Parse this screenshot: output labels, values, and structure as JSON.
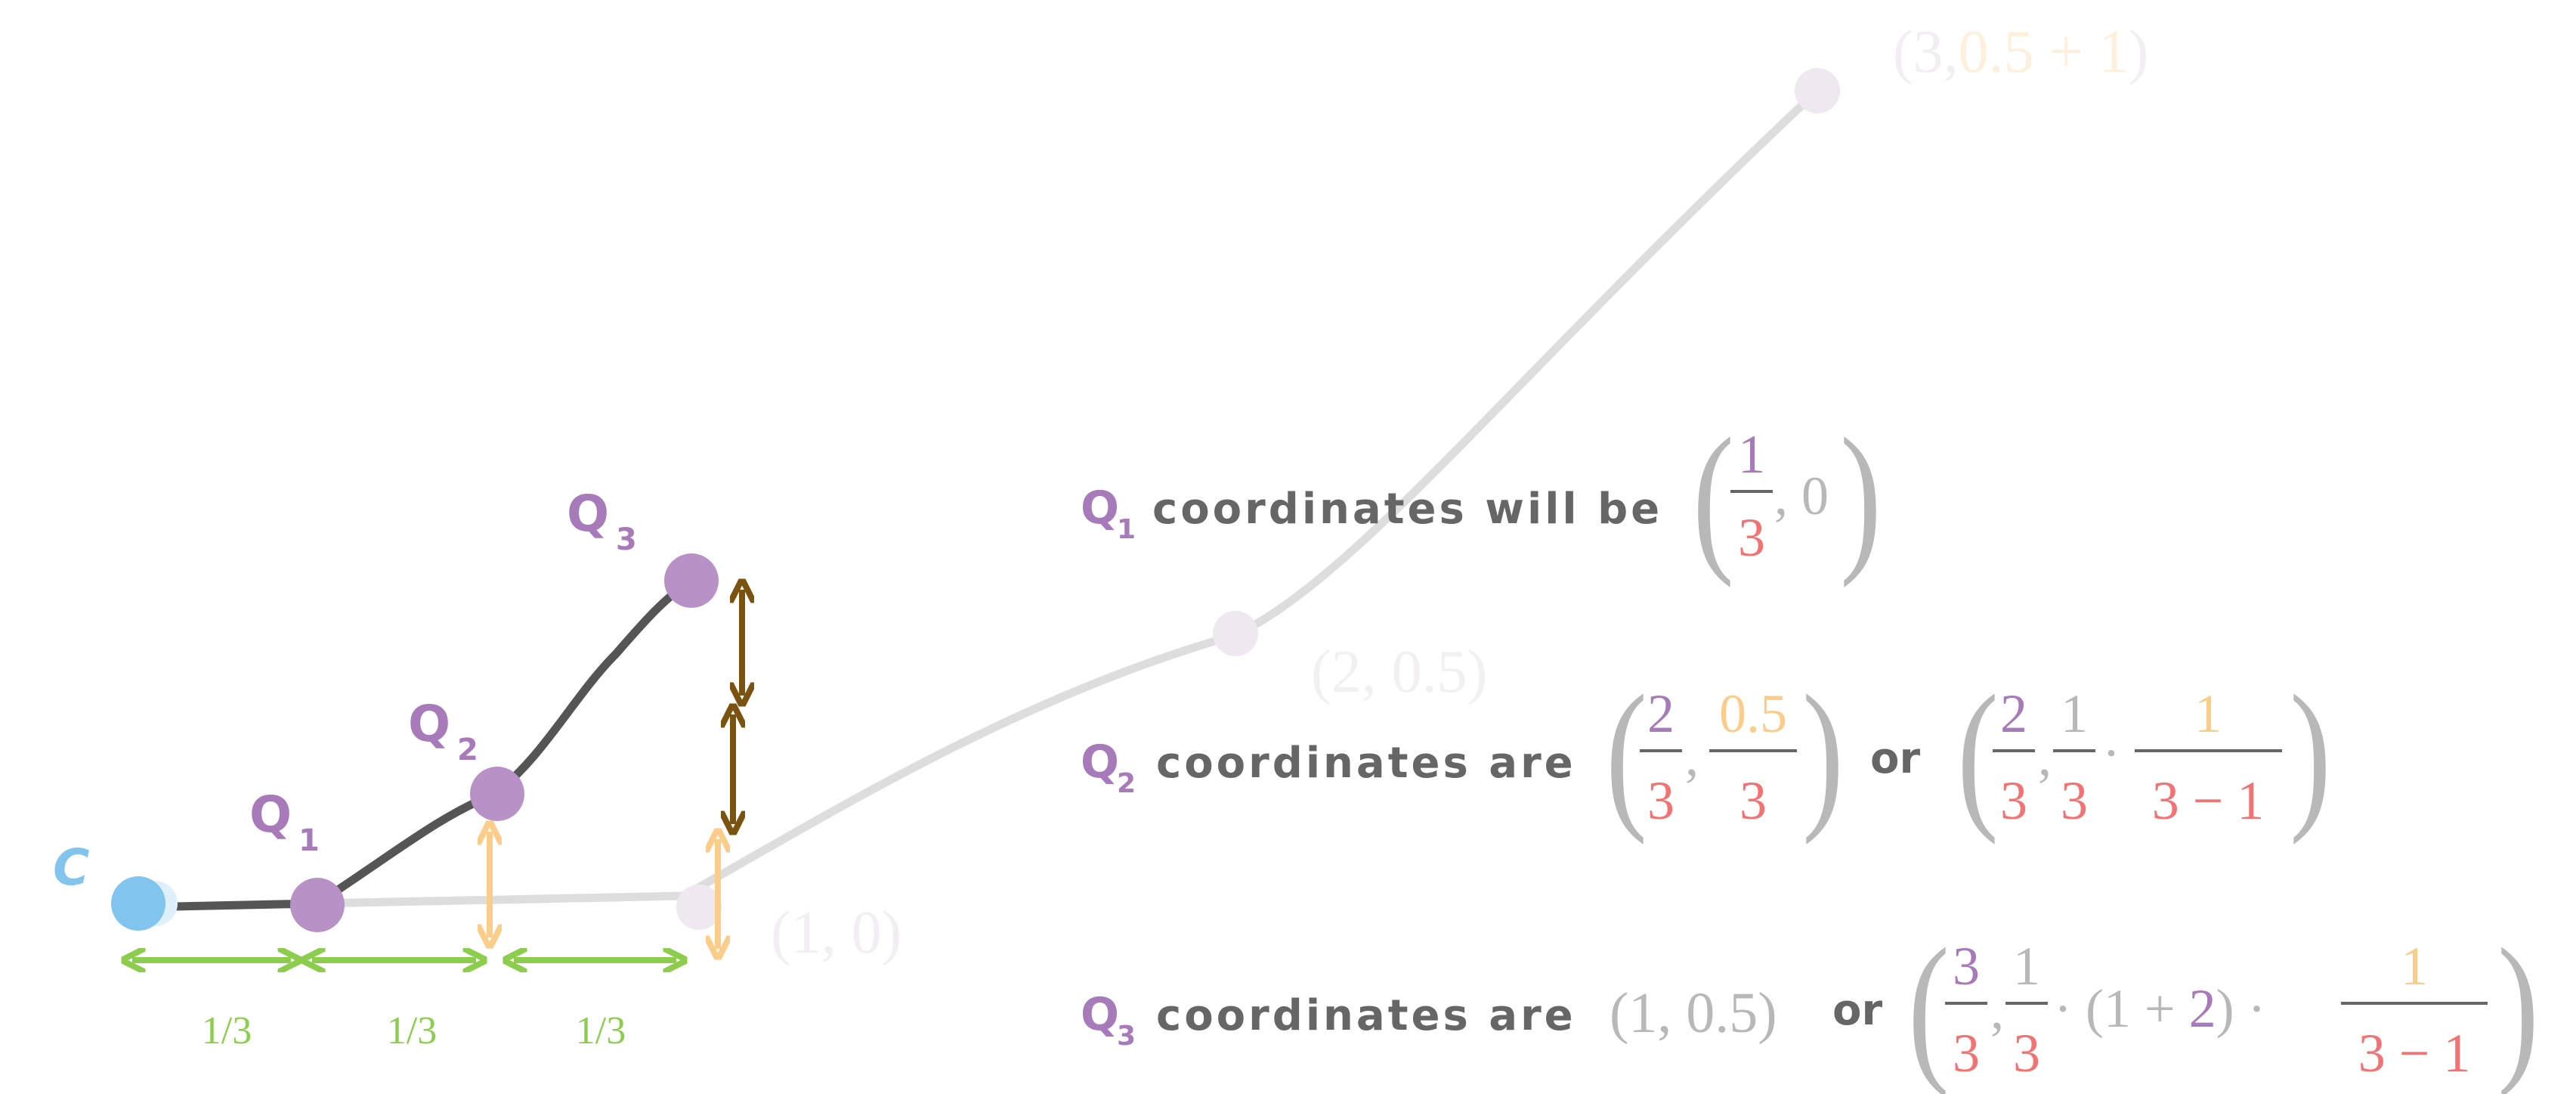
{
  "colors": {
    "purple": "#b892c6",
    "purple_text": "#a77bb9",
    "red": "#f27373",
    "orange": "#fbcd8b",
    "green": "#8ccd4e",
    "blue": "#81c4ee",
    "brown": "#7a5311",
    "dark_line": "#555555",
    "light_line": "#dddddd",
    "gray_text": "#666666",
    "faded_point": "#efe8f1",
    "paren": "#b8b8b8"
  },
  "labels": {
    "c": "C",
    "q1": "Q",
    "q1_sub": "1",
    "q2": "Q",
    "q2_sub": "2",
    "q3": "Q",
    "q3_sub": "3",
    "seg1": "1/3",
    "seg2": "1/3",
    "seg3": "1/3",
    "coord_10": "(1, 0)",
    "coord_205": "(2, 0.5)",
    "coord_3_open": "(3,",
    "coord_3_mid": "0.5 + 1",
    "coord_3_close": ")"
  },
  "rows": {
    "q1": {
      "letter": "Q",
      "sub": "1",
      "text": "coordinates will be",
      "num1": "1",
      "den1": "3",
      "second": ", 0"
    },
    "q2": {
      "letter": "Q",
      "sub": "2",
      "text": "coordinates are",
      "a_num1": "2",
      "a_den1": "3",
      "a_comma": ",",
      "a_num2": "0.5",
      "a_den2": "3",
      "or": "or",
      "b_num1": "2",
      "b_den1": "3",
      "b_comma": ",",
      "b_num2": "1",
      "b_den2": "3",
      "b_dot": "·",
      "b_num3": "1",
      "b_den3": "3 − 1"
    },
    "q3": {
      "letter": "Q",
      "sub": "3",
      "text": "coordinates are",
      "a": "(1, 0.5)",
      "or": "or",
      "b_num1": "3",
      "b_den1": "3",
      "b_comma": ",",
      "b_num2": "1",
      "b_den2": "3",
      "b_mid_open": "· (1 +",
      "b_mid_two": "2",
      "b_mid_close": ") ·",
      "b_num3": "1",
      "b_den3": "3 − 1"
    }
  }
}
